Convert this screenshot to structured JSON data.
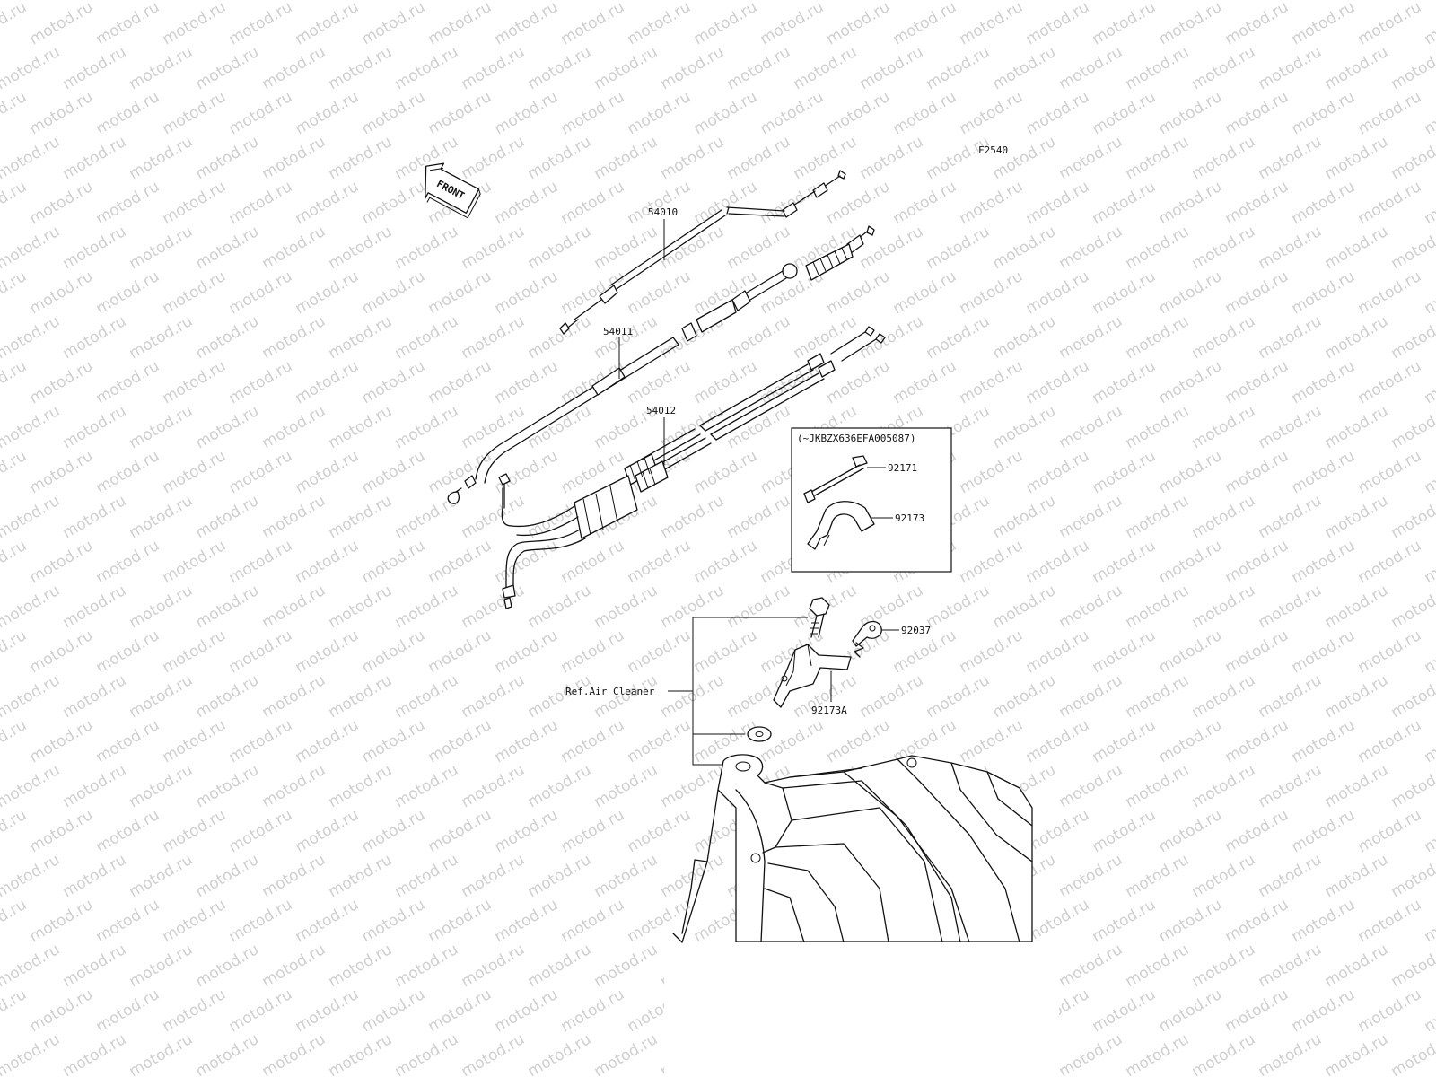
{
  "diagram": {
    "code": "F2540",
    "front_label": "FRONT",
    "watermark": "motod.ru",
    "variant_note": "(~JKBZX636EFA005087)",
    "reference_label": "Ref.Air Cleaner",
    "parts": {
      "p54010": "54010",
      "p54011": "54011",
      "p54012": "54012",
      "p92171": "92171",
      "p92173": "92173",
      "p92037": "92037",
      "p92173A": "92173A"
    }
  }
}
